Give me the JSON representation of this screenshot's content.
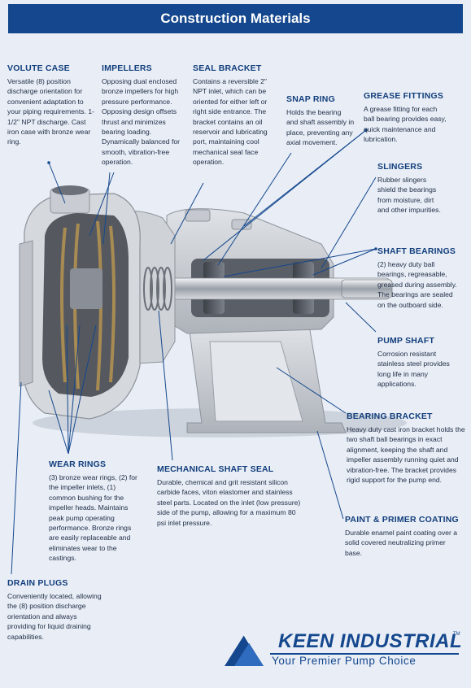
{
  "header": {
    "title": "Construction Materials"
  },
  "sections": {
    "volute": {
      "title": "VOLUTE CASE",
      "body": "Versatile (8) position discharge orientation for convenient adaptation to your piping requirements. 1-1/2\" NPT discharge. Cast iron case with bronze wear ring."
    },
    "impellers": {
      "title": "IMPELLERS",
      "body": "Opposing dual enclosed bronze impellers for high pressure performance. Opposing design offsets thrust and minimizes bearing loading. Dynamically balanced for smooth, vibration-free operation."
    },
    "seal_bracket": {
      "title": "SEAL BRACKET",
      "body": "Contains a reversible 2\" NPT inlet, which can be oriented for either left or right side entrance. The bracket contains an oil reservoir and lubricating port, maintaining cool mechanical seal face operation."
    },
    "snap_ring": {
      "title": "SNAP RING",
      "body": "Holds the bearing and shaft assembly in place, preventing any axial movement."
    },
    "grease_fittings": {
      "title": "GREASE FITTINGS",
      "body": "A grease fitting for each ball bearing provides easy, quick maintenance and lubrication."
    },
    "slingers": {
      "title": "SLINGERS",
      "body": "Rubber slingers shield the bearings from moisture, dirt and other impurities."
    },
    "shaft_bearings": {
      "title": "SHAFT BEARINGS",
      "body": "(2) heavy duty ball bearings, regreasable, greased during assembly. The bearings are sealed on the outboard side."
    },
    "pump_shaft": {
      "title": "PUMP SHAFT",
      "body": "Corrosion resistant stainless steel provides long life in many applications."
    },
    "bearing_bracket": {
      "title": "BEARING BRACKET",
      "body": "Heavy duty cast iron bracket holds the two shaft ball bearings in exact alignment, keeping the shaft and impeller assembly running quiet and vibration-free. The bracket provides rigid support for the pump end."
    },
    "wear_rings": {
      "title": "WEAR RINGS",
      "body": "(3) bronze wear rings, (2) for the impeller inlets, (1) common bushing for the impeller heads. Maintains peak pump operating performance. Bronze rings are easily replaceable and eliminates wear to the castings."
    },
    "mech_seal": {
      "title": "MECHANICAL SHAFT SEAL",
      "body": "Durable, chemical and grit resistant silicon carbide faces, viton elastomer and stainless steel parts. Located on the inlet (low pressure) side of the pump, allowing for a maximum 80 psi inlet pressure."
    },
    "paint": {
      "title": "PAINT & PRIMER COATING",
      "body": "Durable enamel paint coating over a solid covered neutralizing primer base."
    },
    "drain": {
      "title": "DRAIN PLUGS",
      "body": "Conveniently located, allowing the (8) position discharge orientation and always providing for liquid draining capabilities."
    }
  },
  "logo": {
    "name": "KEEN INDUSTRIAL",
    "tm": "TM",
    "tagline": "Your Premier Pump Choice"
  },
  "colors": {
    "brand_blue": "#14478d",
    "background": "#e9eef6",
    "pump_gray": "#c9cdd3"
  }
}
